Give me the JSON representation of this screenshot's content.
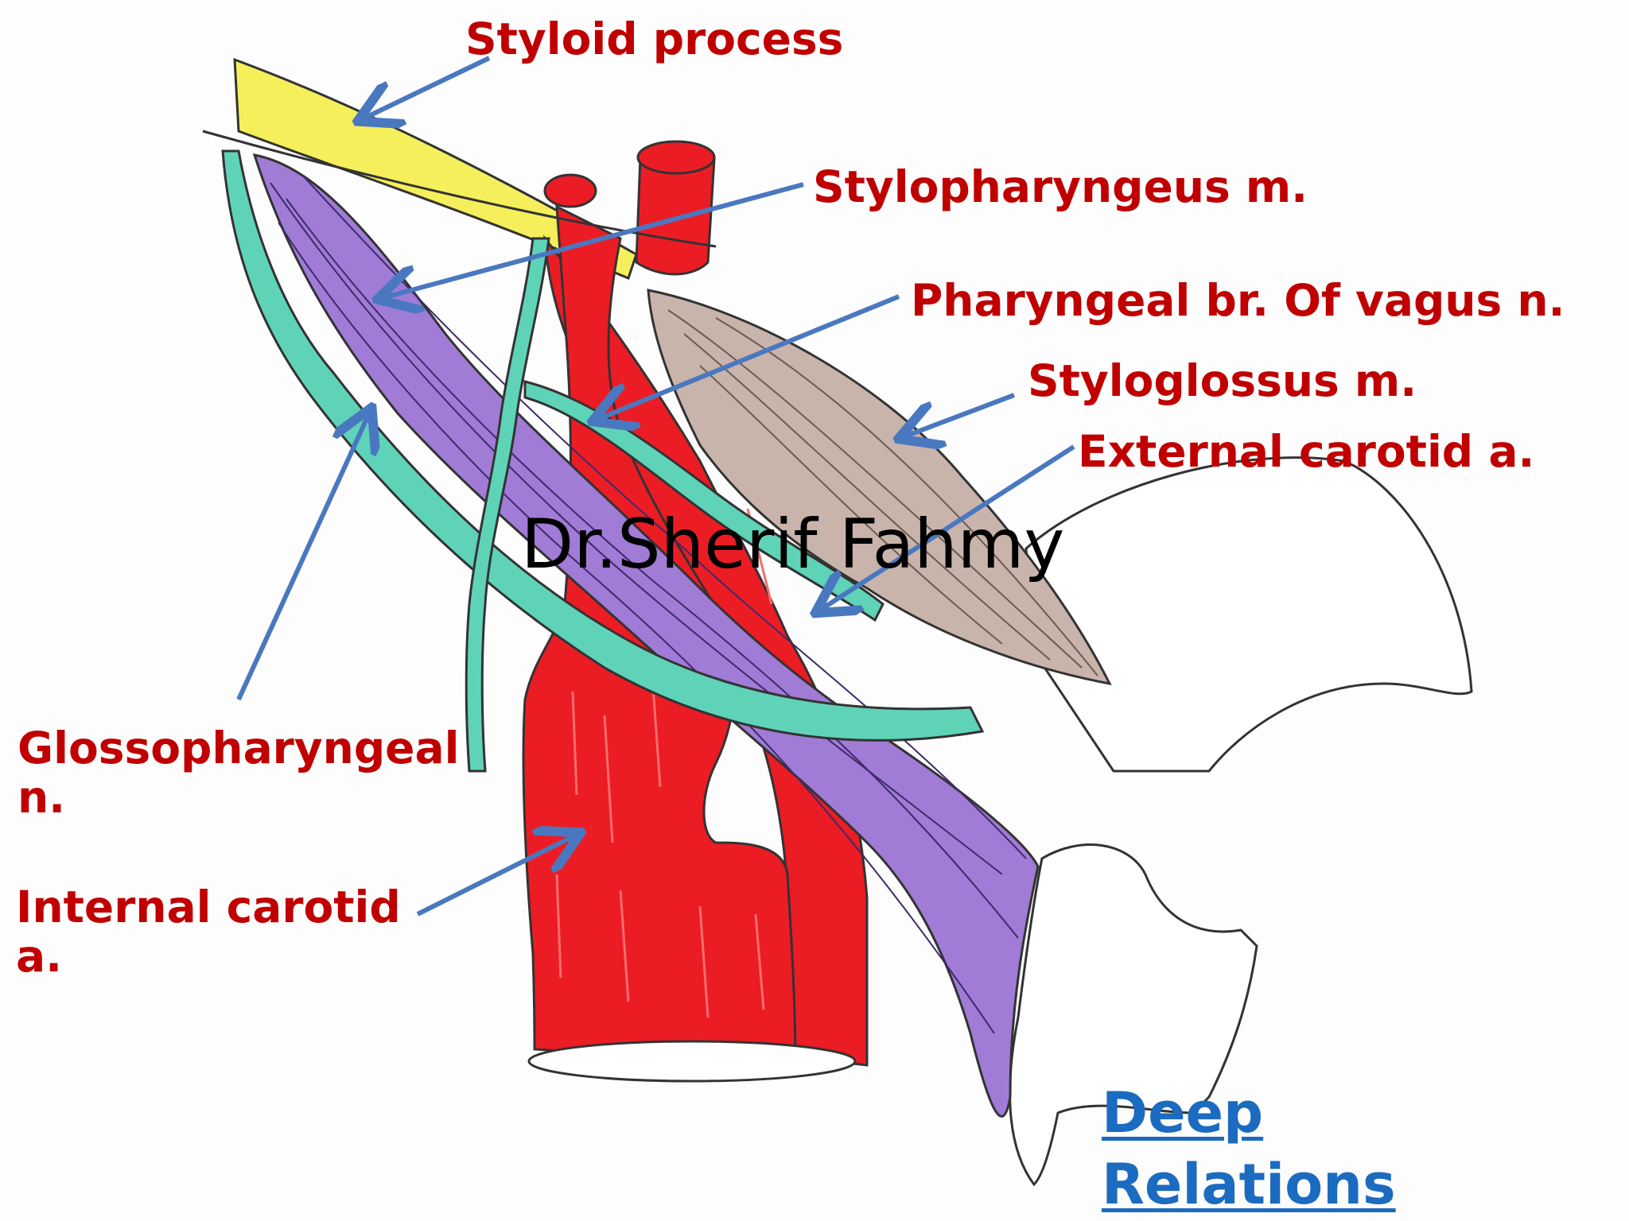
{
  "labels": {
    "styloid_process": "Styloid process",
    "stylopharyngeus": "Stylopharyngeus m.",
    "pharyngeal_branch": "Pharyngeal br. Of vagus n.",
    "styloglossus": "Styloglossus m.",
    "external_carotid": "External carotid a.",
    "glossopharyngeal_line1": "Glossopharyngeal",
    "glossopharyngeal_line2": "n.",
    "internal_carotid_line1": "Internal carotid",
    "internal_carotid_line2": "a."
  },
  "watermark": "Dr.Sherif Fahmy",
  "nav": {
    "deep_relations_line1": "Deep",
    "deep_relations_line2": "Relations"
  },
  "colors": {
    "label_text": "#c00000",
    "link_text": "#1b6bc0",
    "pointer_arrow": "#4a78c0",
    "artery": "#ec1c24",
    "nerve": "#5fd3b8",
    "stylopharyngeus_muscle": "#a07cd6",
    "styloglossus_muscle": "#c9b4ac",
    "styloid_bone": "#f5ef5c"
  }
}
